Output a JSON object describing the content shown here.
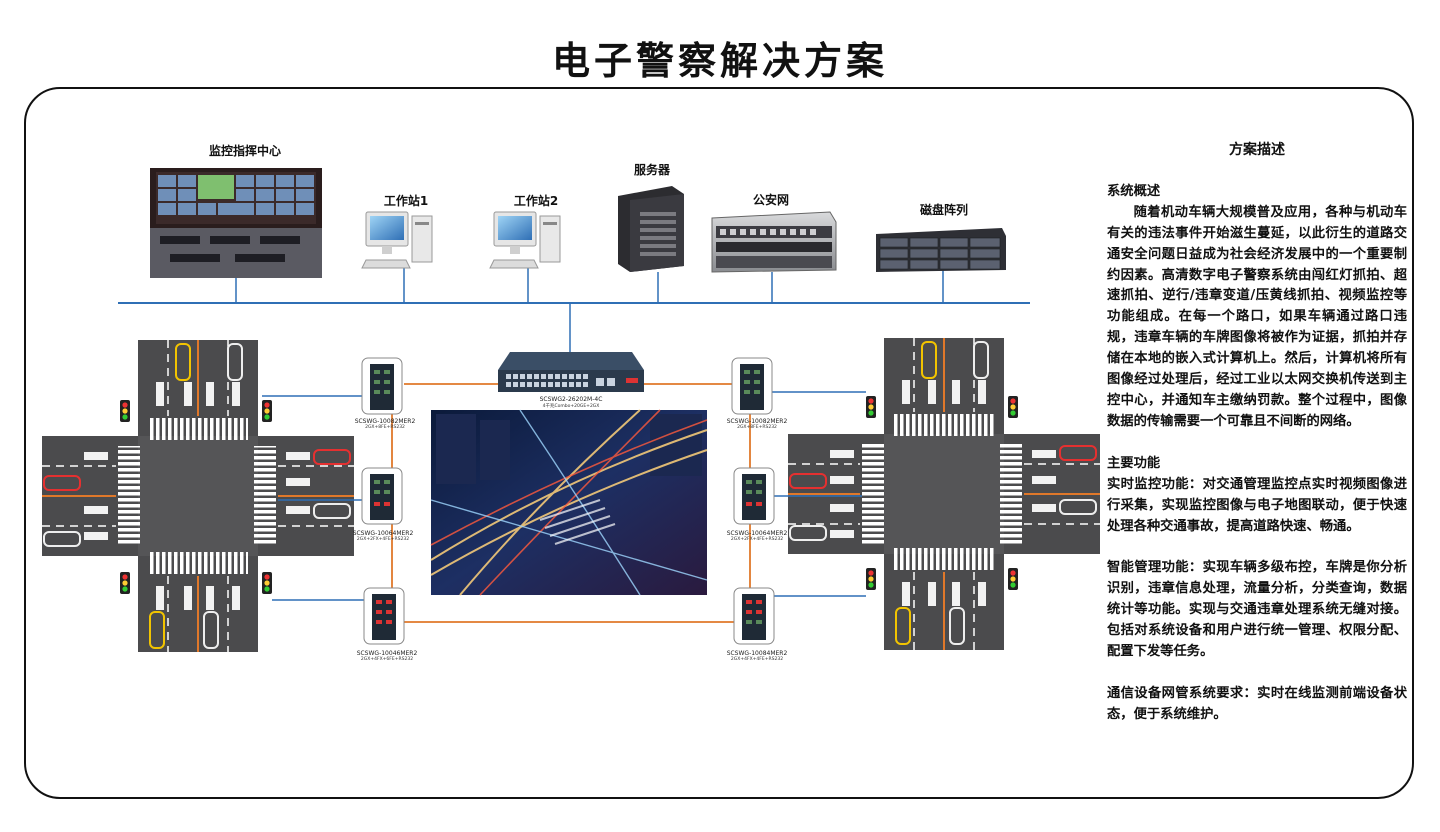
{
  "title": "电子警察解决方案",
  "nodes": {
    "monitor_center": "监控指挥中心",
    "workstation1": "工作站1",
    "workstation2": "工作站2",
    "server": "服务器",
    "public_net": "公安网",
    "disk_array": "磁盘阵列"
  },
  "core_switch": {
    "model": "SCSWG2-26202M-4C",
    "spec": "4千兆Combo+20GE+2GX"
  },
  "switches": {
    "left_top": {
      "model": "SCSWG-10082MER2",
      "spec": "2GX+8FE+RS232"
    },
    "left_mid": {
      "model": "SCSWG-10064MER2",
      "spec": "2GX+2FX+4FE+RS232"
    },
    "left_bot": {
      "model": "SCSWG-10046MER2",
      "spec": "2GX+4FX+6FE+RS232"
    },
    "right_top": {
      "model": "SCSWG-10082MER2",
      "spec": "2GX+8FE+RS232"
    },
    "right_mid": {
      "model": "SCSWG-10064MER2",
      "spec": "2GX+2FX+4FE+RS232"
    },
    "right_bot": {
      "model": "SCSWG-10084MER2",
      "spec": "2GX+4FX+4FE+RS232"
    }
  },
  "colors": {
    "bus": "#2f6fb5",
    "fiber": "#e0782a",
    "road": "#4b4b4d",
    "sidewalk": "#8d8d8f"
  },
  "description": {
    "heading": "方案描述",
    "overview_title": "系统概述",
    "overview_text": "随着机动车辆大规模普及应用，各种与机动车有关的违法事件开始滋生蔓延，以此衍生的道路交通安全问题日益成为社会经济发展中的一个重要制约因素。高清数字电子警察系统由闯红灯抓拍、超速抓拍、逆行/违章变道/压黄线抓拍、视频监控等功能组成。在每一个路口，如果车辆通过路口违规，违章车辆的车牌图像将被作为证据，抓拍并存储在本地的嵌入式计算机上。然后，计算机将所有图像经过处理后，经过工业以太网交换机传送到主控中心，并通知车主缴纳罚款。整个过程中，图像数据的传输需要一个可靠且不间断的网络。",
    "functions_title": "主要功能",
    "function1": "实时监控功能：对交通管理监控点实时视频图像进行采集，实现监控图像与电子地图联动，便于快速处理各种交通事故，提高道路快速、畅通。",
    "function2": "智能管理功能：实现车辆多级布控，车牌是你分析识别，违章信息处理，流量分析，分类查询，数据统计等功能。实现与交通违章处理系统无缝对接。包括对系统设备和用户进行统一管理、权限分配、配置下发等任务。",
    "function3": "通信设备网管系统要求：实时在线监测前端设备状态，便于系统维护。"
  }
}
